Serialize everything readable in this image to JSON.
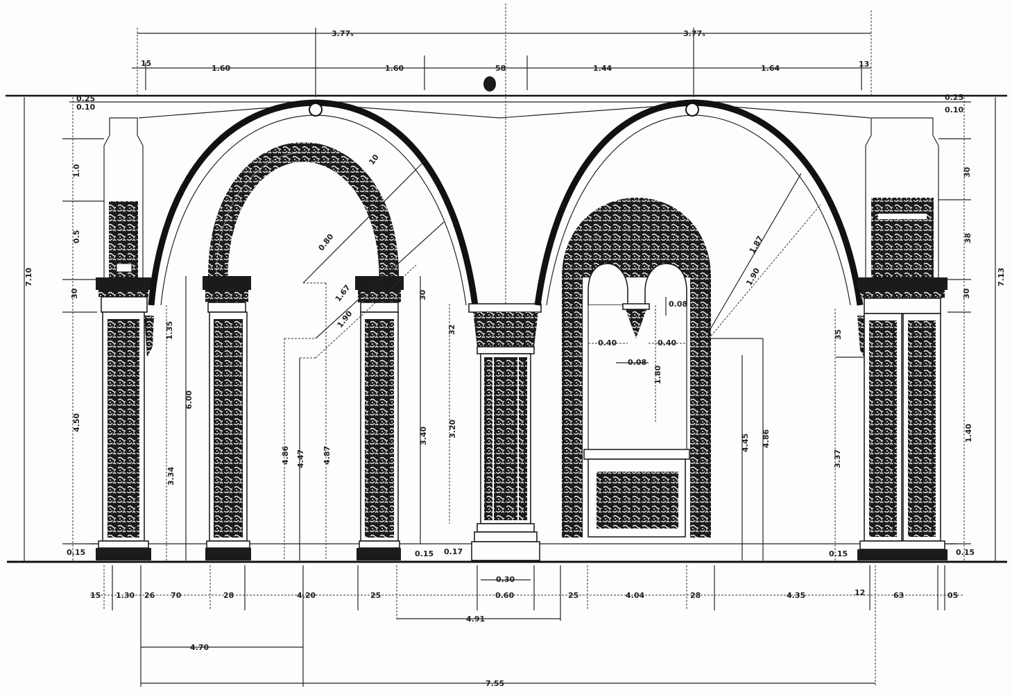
{
  "drawing": {
    "type": "architectural-elevation",
    "subject": "Two ornamented arches flanked by decorated pilasters"
  },
  "dimensions": {
    "top_overall": [
      {
        "id": "top-left-half",
        "label": "3.77₅"
      },
      {
        "id": "top-right-half",
        "label": "3.77₅"
      }
    ],
    "top_segments": [
      {
        "id": "ts1",
        "label": "15"
      },
      {
        "id": "ts2",
        "label": "1.60"
      },
      {
        "id": "ts3",
        "label": "1.60"
      },
      {
        "id": "ts4",
        "label": "58"
      },
      {
        "id": "ts5",
        "label": "1.44"
      },
      {
        "id": "ts6",
        "label": "1.64"
      },
      {
        "id": "ts7",
        "label": "13"
      }
    ],
    "bottom_segments": [
      {
        "id": "bs1",
        "label": "15"
      },
      {
        "id": "bs2",
        "label": "1.30"
      },
      {
        "id": "bs3",
        "label": "26"
      },
      {
        "id": "bs4",
        "label": "70"
      },
      {
        "id": "bs5",
        "label": "28"
      },
      {
        "id": "bs6",
        "label": "4.20"
      },
      {
        "id": "bs7",
        "label": "25"
      },
      {
        "id": "bs8",
        "label": "0.30"
      },
      {
        "id": "bs9",
        "label": "0.60"
      },
      {
        "id": "bs10",
        "label": "25"
      },
      {
        "id": "bs11",
        "label": "4.04"
      },
      {
        "id": "bs12",
        "label": "28"
      },
      {
        "id": "bs13",
        "label": "4.35"
      },
      {
        "id": "bs14",
        "label": "12"
      },
      {
        "id": "bs15",
        "label": "63"
      },
      {
        "id": "bs16",
        "label": "05"
      }
    ],
    "bottom_runs": [
      {
        "id": "run-491",
        "label": "4.91"
      },
      {
        "id": "run-470",
        "label": "4.70"
      },
      {
        "id": "run-total",
        "label": "7.55"
      }
    ],
    "left_vertical": [
      {
        "id": "lv-top",
        "label": "0.25"
      },
      {
        "id": "lv-2",
        "label": "0.10"
      },
      {
        "id": "lv-3",
        "label": "1.0"
      },
      {
        "id": "lv-4",
        "label": "0.5"
      },
      {
        "id": "lv-5",
        "label": "30"
      },
      {
        "id": "lv-6",
        "label": "4.50"
      },
      {
        "id": "lv-base",
        "label": "0.15"
      },
      {
        "id": "lv-total",
        "label": "7.10"
      }
    ],
    "right_vertical": [
      {
        "id": "rv-top",
        "label": "0.25"
      },
      {
        "id": "rv-2",
        "label": "0.10"
      },
      {
        "id": "rv-3",
        "label": "30"
      },
      {
        "id": "rv-4",
        "label": "38"
      },
      {
        "id": "rv-5",
        "label": "30"
      },
      {
        "id": "rv-6",
        "label": "1.40"
      },
      {
        "id": "rv-base",
        "label": "0.15"
      },
      {
        "id": "rv-total",
        "label": "7.13"
      }
    ],
    "interior": [
      {
        "id": "i-left-spring",
        "label": "1.35"
      },
      {
        "id": "i-left-lower",
        "label": "3.34"
      },
      {
        "id": "i-left-pier",
        "label": "6.00"
      },
      {
        "id": "i-radius-1",
        "label": "0.80"
      },
      {
        "id": "i-radius-2",
        "label": "1.67"
      },
      {
        "id": "i-radius-3",
        "label": "1.90"
      },
      {
        "id": "i-radius-small",
        "label": "10"
      },
      {
        "id": "i-h1",
        "label": "4.86"
      },
      {
        "id": "i-h2",
        "label": "4.47"
      },
      {
        "id": "i-h3",
        "label": "4.87"
      },
      {
        "id": "i-cap-left",
        "label": "30"
      },
      {
        "id": "i-shaft-left",
        "label": "3.40"
      },
      {
        "id": "i-cap-center",
        "label": "32"
      },
      {
        "id": "i-shaft-center",
        "label": "3.20"
      },
      {
        "id": "i-base-a",
        "label": "0.15"
      },
      {
        "id": "i-base-b",
        "label": "0.17"
      },
      {
        "id": "i-w-left",
        "label": "0.40"
      },
      {
        "id": "i-w-right",
        "label": "0.40"
      },
      {
        "id": "i-w-mid",
        "label": "0.08"
      },
      {
        "id": "i-w-top",
        "label": "0.08"
      },
      {
        "id": "i-window-h",
        "label": "1.80"
      },
      {
        "id": "i-r-big-1",
        "label": "1.87"
      },
      {
        "id": "i-r-big-2",
        "label": "1.90"
      },
      {
        "id": "i-right-h1",
        "label": "4.45"
      },
      {
        "id": "i-right-h2",
        "label": "4.86"
      },
      {
        "id": "i-right-spring",
        "label": "35"
      },
      {
        "id": "i-right-lower",
        "label": "3.37"
      },
      {
        "id": "i-right-base",
        "label": "0.15"
      }
    ]
  },
  "colors": {
    "ink": "#1b1b1b",
    "paper": "#fdfdfc"
  }
}
